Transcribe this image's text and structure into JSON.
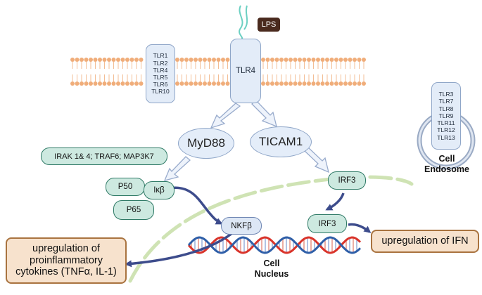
{
  "ligand": "LPS",
  "membrane_receptor_group": [
    "TLR1",
    "TLR2",
    "TLR4",
    "TLR5",
    "TLR6",
    "TLR10"
  ],
  "central_receptor": "TLR4",
  "endosome_receptor_group": [
    "TLR3",
    "TLR7",
    "TLR8",
    "TLR9",
    "TLR11",
    "TLR12",
    "TLR13"
  ],
  "endosome_label": [
    "Cell",
    "Endosome"
  ],
  "adaptors": {
    "myd88": "MyD88",
    "ticam1": "TICAM1"
  },
  "kinases": "IRAK 1& 4; TRAF6; MAP3K7",
  "complex": {
    "p50": "P50",
    "ikb": "Iκβ",
    "p65": "P65"
  },
  "irf3_cytoplasm": "IRF3",
  "irf3_nucleus": "IRF3",
  "nfkb": "NKFβ",
  "nucleus_label": [
    "Cell",
    "Nucleus"
  ],
  "outcomes": {
    "cytokines": [
      "upregulation of",
      "proinflammatory",
      "cytokines (TNFα, IL-1)"
    ],
    "ifn": "upregulation of IFN"
  },
  "colors": {
    "membrane_lipid": "#f0ad7a",
    "receptor_fill": "#e3ecf8",
    "adaptor_pill": "#cde9e0",
    "signal_arrow": "#3d4c8c",
    "outcome_fill": "#f7e2cd",
    "dna_red": "#d9342b",
    "dna_blue": "#2f5fa8",
    "nuclear_envelope": "#cfe3b4"
  }
}
